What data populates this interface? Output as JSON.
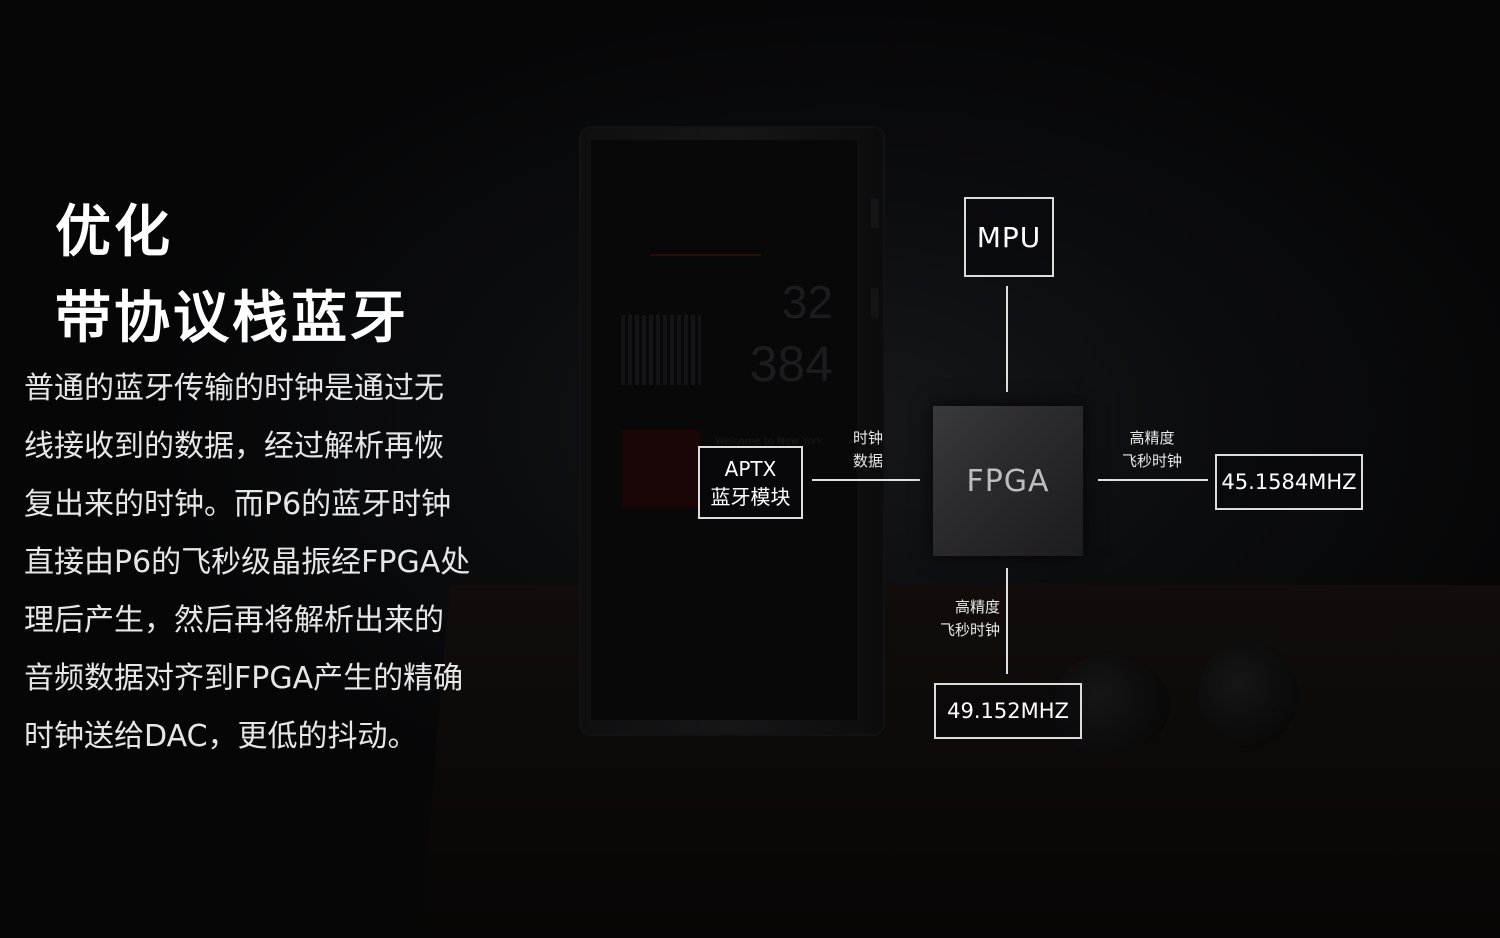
{
  "heading": {
    "line1": "优化",
    "line2": "带协议栈蓝牙"
  },
  "description": {
    "lines": [
      "普通的蓝牙传输的时钟是通过无",
      "线接收到的数据，经过解析再恢",
      "复出来的时钟。而P6的蓝牙时钟",
      "直接由P6的飞秒级晶振经FPGA处",
      "理后产生，然后再将解析出来的",
      "音频数据对齐到FPGA产生的精确",
      "时钟送给DAC，更低的抖动。"
    ]
  },
  "device": {
    "number_top": "32",
    "number_bottom": "384",
    "welcome": "Welcome to New York"
  },
  "diagram": {
    "mpu": "MPU",
    "fpga": "FPGA",
    "aptx_line1": "APTX",
    "aptx_line2": "蓝牙模块",
    "freq_right": "45.1584MHZ",
    "freq_bottom": "49.152MHZ",
    "label_clock_data_1": "时钟",
    "label_clock_data_2": "数据",
    "label_hp_right_1": "高精度",
    "label_hp_right_2": "飞秒时钟",
    "label_hp_bottom_1": "高精度",
    "label_hp_bottom_2": "飞秒时钟"
  }
}
